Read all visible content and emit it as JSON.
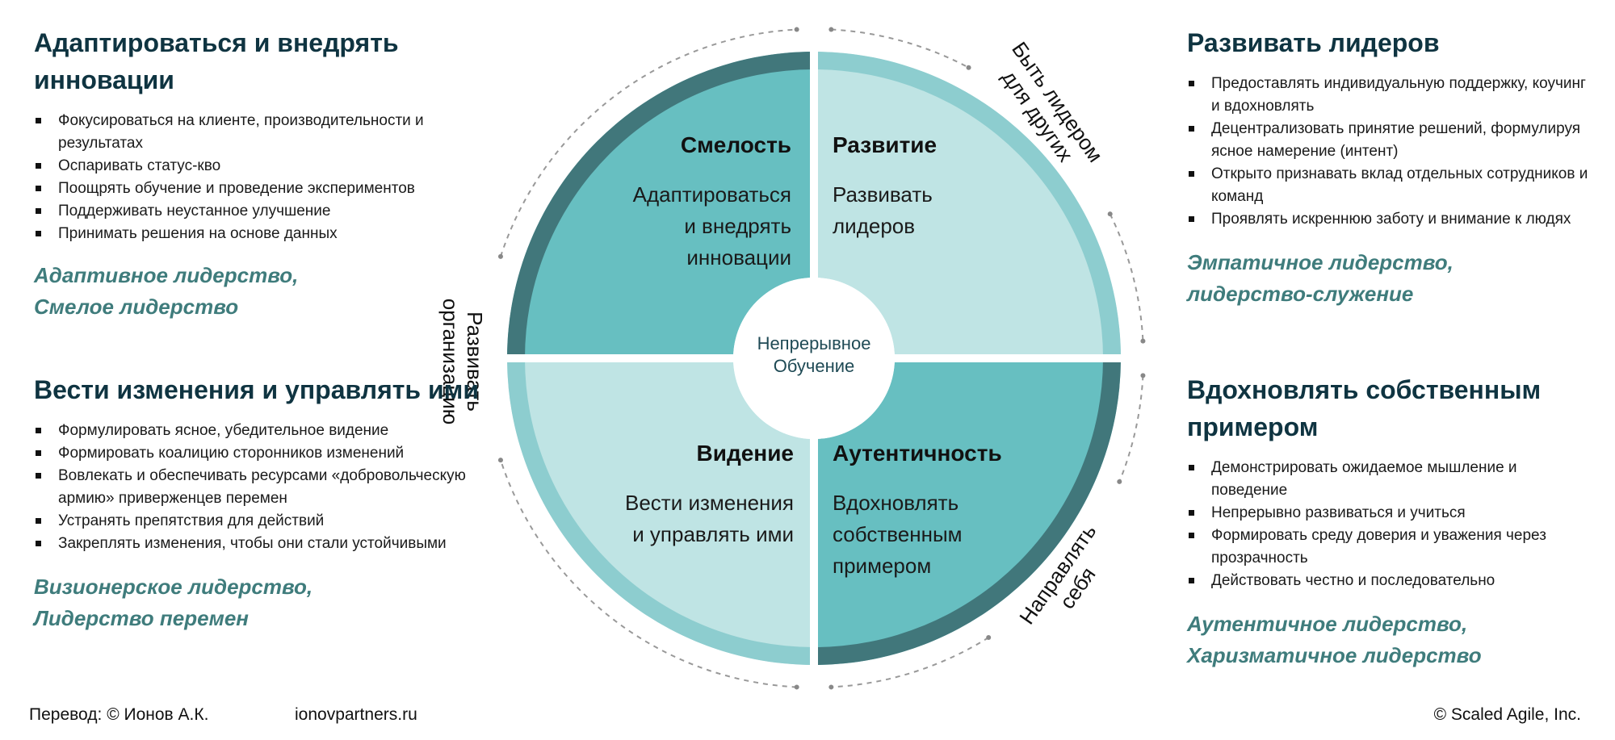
{
  "colors": {
    "dark_teal": "#41777b",
    "mid_teal": "#67bfc1",
    "light_teal": "#bfe4e4",
    "light_band": "#8dcdcf",
    "heading": "#0f3441",
    "style_text": "#3f7c7c"
  },
  "panels": {
    "top_left": {
      "title": "Адаптироваться и внедрять инновации",
      "bullets": [
        "Фокусироваться на клиенте, производительности и результатах",
        "Оспаривать статус-кво",
        "Поощрять обучение и проведение экспериментов",
        "Поддерживать неустанное улучшение",
        "Принимать решения на основе данных"
      ],
      "styles": [
        "Адаптивное лидерство,",
        "Смелое лидерство"
      ]
    },
    "top_right": {
      "title": "Развивать лидеров",
      "bullets": [
        "Предоставлять индивидуальную поддержку, коучинг и вдохновлять",
        "Децентрализовать принятие решений, формулируя ясное намерение (интент)",
        "Открыто признавать вклад отдельных сотрудников и команд",
        "Проявлять искреннюю заботу и внимание к людях"
      ],
      "styles": [
        "Эмпатичное лидерство,",
        "лидерство-служение"
      ]
    },
    "bottom_left": {
      "title": "Вести изменения и управлять ими",
      "bullets": [
        "Формулировать ясное, убедительное видение",
        "Формировать коалицию сторонников изменений",
        "Вовлекать и обеспечивать ресурсами «добровольческую армию» приверженцев перемен",
        "Устранять препятствия для действий",
        "Закреплять изменения, чтобы они стали устойчивыми"
      ],
      "styles": [
        "Визионерское лидерство,",
        "Лидерство перемен"
      ]
    },
    "bottom_right": {
      "title": "Вдохновлять собственным примером",
      "bullets": [
        "Демонстрировать ожидаемое мышление и поведение",
        "Непрерывно развиваться и учиться",
        "Формировать среду доверия и уважения через прозрачность",
        "Действовать честно и последовательно"
      ],
      "styles": [
        "Аутентичное лидерство,",
        "Харизматичное лидерство"
      ]
    }
  },
  "wheel": {
    "center": [
      "Непрерывное",
      "Обучение"
    ],
    "quadrants": {
      "top_left": {
        "title": "Смелость",
        "body": [
          "Адаптироваться",
          "и внедрять",
          "инновации"
        ]
      },
      "top_right": {
        "title": "Развитие",
        "body": [
          "Развивать",
          "лидеров"
        ]
      },
      "bottom_left": {
        "title": "Видение",
        "body": [
          "Вести изменения",
          "и управлять ими"
        ]
      },
      "bottom_right": {
        "title": "Аутентичность",
        "body": [
          "Вдохновлять",
          "собственным",
          "примером"
        ]
      }
    },
    "arc_labels": {
      "others": [
        "Быть лидером",
        "для других"
      ],
      "self": [
        "Направлять",
        "себя"
      ],
      "organization": [
        "Развивать",
        "организацию"
      ]
    }
  },
  "footer": {
    "translation": "Перевод: © Ионов А.К.",
    "site": "ionovpartners.ru",
    "copyright": "© Scaled Agile,  Inc."
  }
}
